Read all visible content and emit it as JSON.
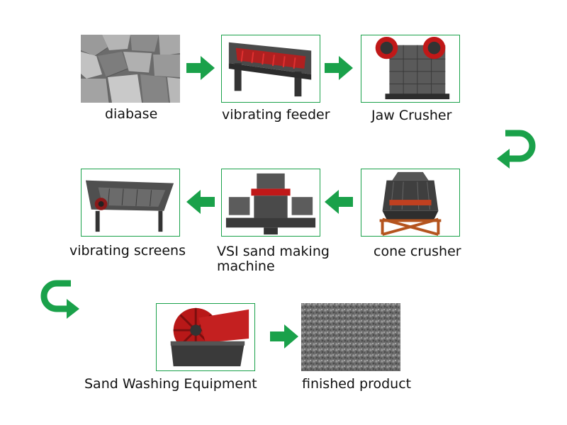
{
  "colors": {
    "accent_green": "#1aa14a",
    "frame_border": "#1aa14a"
  },
  "steps": [
    {
      "id": "diabase",
      "label": "diabase",
      "image": "diabase-rock-photo"
    },
    {
      "id": "vibrating-feeder",
      "label": "vibrating feeder",
      "image": "vibrating-feeder-photo"
    },
    {
      "id": "jaw-crusher",
      "label": "Jaw Crusher",
      "image": "jaw-crusher-photo"
    },
    {
      "id": "cone-crusher",
      "label": "cone crusher",
      "image": "cone-crusher-photo"
    },
    {
      "id": "vsi",
      "label_line1": "VSI sand making",
      "label_line2": "machine",
      "image": "vsi-sand-making-machine-photo"
    },
    {
      "id": "vibrating-screens",
      "label": "vibrating screens",
      "image": "vibrating-screen-photo"
    },
    {
      "id": "sand-washing",
      "label": "Sand Washing Equipment",
      "image": "sand-washing-machine-photo"
    },
    {
      "id": "finished-product",
      "label": "finished product",
      "image": "finished-sand-gravel-photo"
    }
  ],
  "connectors": {
    "arrow_icon": "green-arrow-icon",
    "uturn_right": "green-u-turn-right-icon",
    "uturn_left": "green-u-turn-left-icon"
  }
}
